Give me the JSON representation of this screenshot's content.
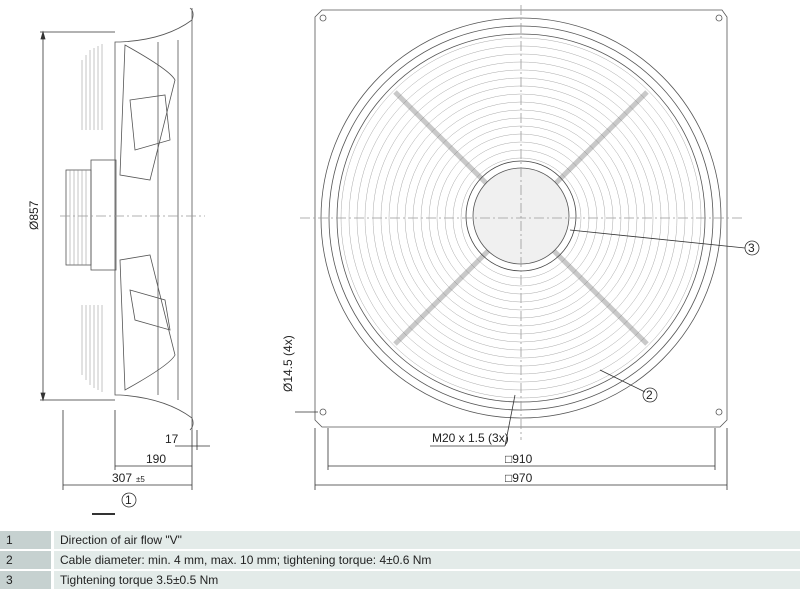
{
  "dimensions": {
    "diameter": "Ø857",
    "hole": "Ø14.5 (4x)",
    "d17": "17",
    "d190": "190",
    "d307": "307",
    "d307_tol": "±5",
    "square910": "□910",
    "square970": "□970",
    "thread": "M20 x 1.5 (3x)"
  },
  "callouts": [
    "1",
    "2",
    "3"
  ],
  "legend": [
    {
      "num": "1",
      "text": "Direction of air flow \"V\""
    },
    {
      "num": "2",
      "text": "Cable diameter: min. 4 mm, max. 10 mm; tightening torque: 4±0.6 Nm"
    },
    {
      "num": "3",
      "text": "Tightening torque 3.5±0.5 Nm"
    }
  ]
}
